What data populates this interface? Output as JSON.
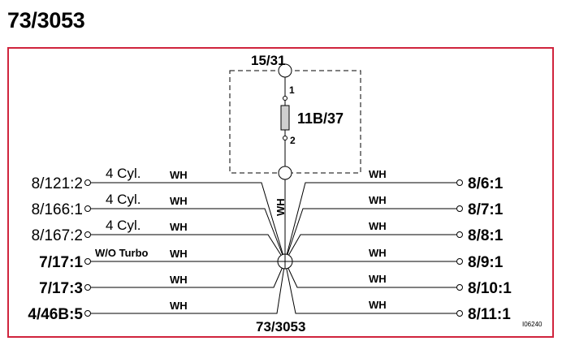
{
  "title": "73/3053",
  "colors": {
    "frame": "#d0243d",
    "line": "#000000"
  },
  "top_connector": "15/31",
  "fuse": {
    "label": "11B/37",
    "pin_top": "1",
    "pin_bottom": "2"
  },
  "splice_label": "73/3053",
  "vertical_wire_color": "WH",
  "image_ref": "I06240",
  "left_terminals": [
    {
      "label": "8/121:2",
      "bold": false,
      "note": "4 Cyl.",
      "wire": "WH"
    },
    {
      "label": "8/166:1",
      "bold": false,
      "note": "4 Cyl.",
      "wire": "WH"
    },
    {
      "label": "8/167:2",
      "bold": false,
      "note": "4 Cyl.",
      "wire": "WH"
    },
    {
      "label": "7/17:1",
      "bold": true,
      "note": "W/O Turbo",
      "wire": "WH"
    },
    {
      "label": "7/17:3",
      "bold": true,
      "note": "",
      "wire": "WH"
    },
    {
      "label": "4/46B:5",
      "bold": true,
      "note": "",
      "wire": "WH"
    }
  ],
  "right_terminals": [
    {
      "label": "8/6:1",
      "wire": "WH"
    },
    {
      "label": "8/7:1",
      "wire": "WH"
    },
    {
      "label": "8/8:1",
      "wire": "WH"
    },
    {
      "label": "8/9:1",
      "wire": "WH"
    },
    {
      "label": "8/10:1",
      "wire": "WH"
    },
    {
      "label": "8/11:1",
      "wire": "WH"
    }
  ]
}
